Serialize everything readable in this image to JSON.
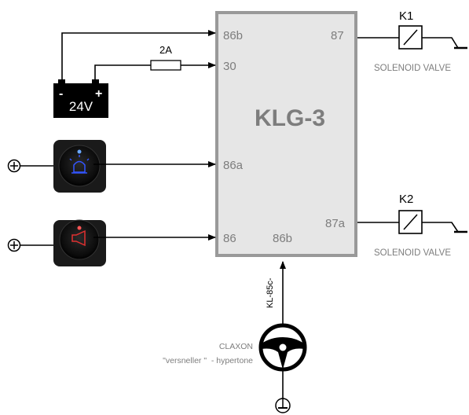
{
  "relay": {
    "title": "KLG-3"
  },
  "pins": {
    "p86b_top": "86b",
    "p30": "30",
    "p86a": "86a",
    "p86": "86",
    "p86b_bottom": "86b",
    "p87": "87",
    "p87a": "87a"
  },
  "battery": {
    "voltage": "24V",
    "minus": "-",
    "plus": "+"
  },
  "fuse": {
    "rating": "2A"
  },
  "outputs": [
    {
      "tag": "K1",
      "label": "SOLENOID VALVE"
    },
    {
      "tag": "K2",
      "label": "SOLENOID VALVE"
    }
  ],
  "switches": [
    {
      "icon": "beacon-light-icon",
      "led_color": "#6aa8ff",
      "symbol_color": "#3355ff"
    },
    {
      "icon": "horn-icon",
      "led_color": "#ff5555",
      "symbol_color": "#e03030"
    }
  ],
  "claxon": {
    "title": "CLAXON",
    "subtitle": "\"versneller \"  - hypertone",
    "wire_label": "KL-85c-"
  },
  "colors": {
    "relay_fill": "#e6e6e6",
    "relay_border": "#999999",
    "label_gray": "#7d7d7d"
  }
}
